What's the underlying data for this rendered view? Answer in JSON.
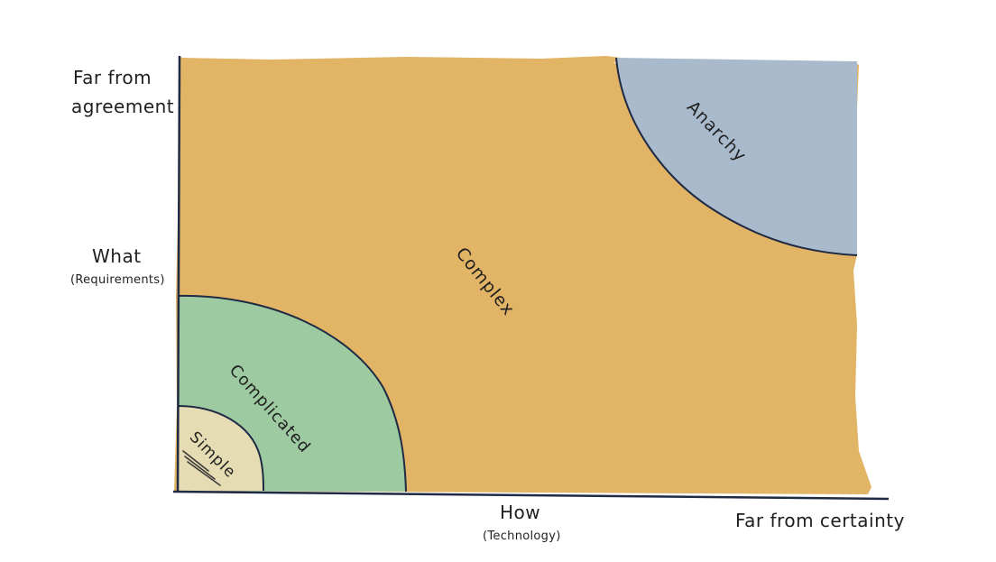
{
  "diagram": {
    "y_axis": {
      "top_label": "Far from agreement",
      "top_label_line1": "Far from",
      "top_label_line2": "agreement",
      "label": "What",
      "sublabel": "(Requirements)"
    },
    "x_axis": {
      "label": "How",
      "sublabel": "(Technology)",
      "end_label": "Far from certainty"
    },
    "zones": [
      {
        "name": "Simple",
        "color": "#e6dcb3"
      },
      {
        "name": "Complicated",
        "color": "#9dcaa0"
      },
      {
        "name": "Complex",
        "color": "#e2b466"
      },
      {
        "name": "Anarchy",
        "color": "#a9bacd"
      }
    ],
    "outline_color": "#1f2a44"
  }
}
